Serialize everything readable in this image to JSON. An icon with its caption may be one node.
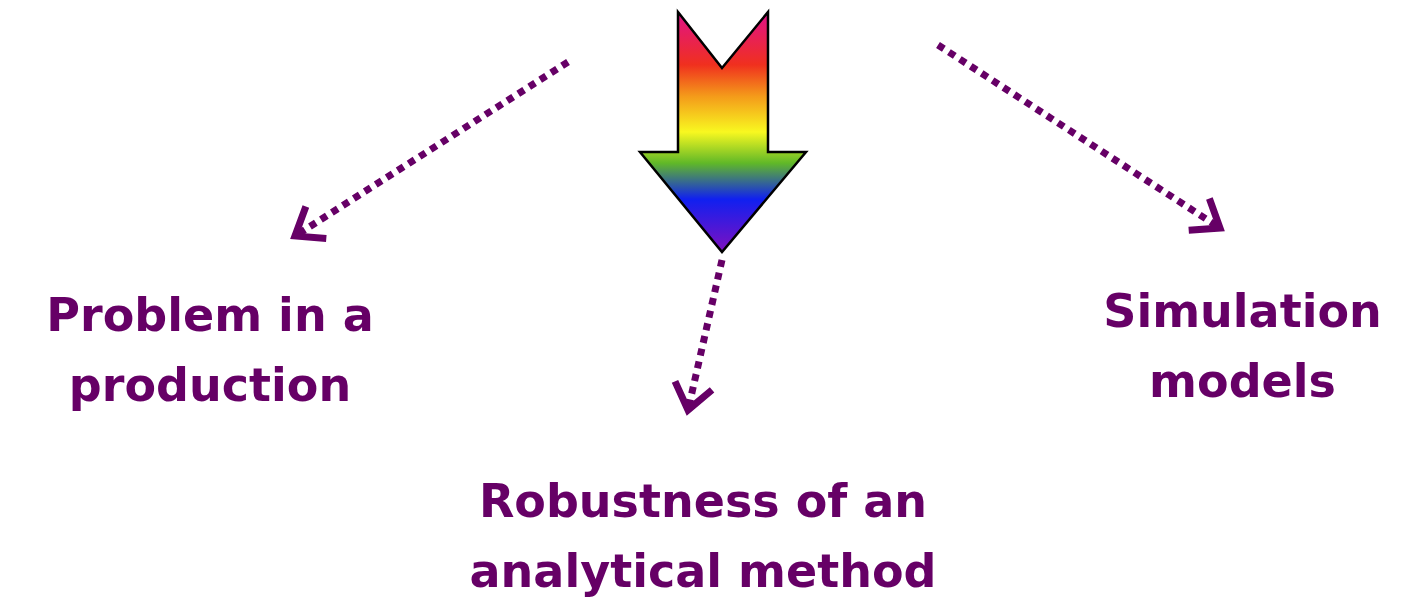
{
  "diagram": {
    "nodes": [
      {
        "text": [],
        "shape": "arrow"
      },
      {
        "text": [
          "Problem in a production"
        ]
      },
      {
        "text": [
          "Simulation models"
        ]
      },
      {
        "text": [
          "Robustness of an analytical method"
        ]
      }
    ],
    "edges": [
      {
        "from": null,
        "to": 1,
        "arrow": "to",
        "style": "dashed"
      },
      {
        "from": 0,
        "to": 3,
        "arrow": "to",
        "style": "dashed"
      },
      {
        "from": null,
        "to": 2,
        "arrow": "to",
        "style": "dashed"
      }
    ]
  }
}
